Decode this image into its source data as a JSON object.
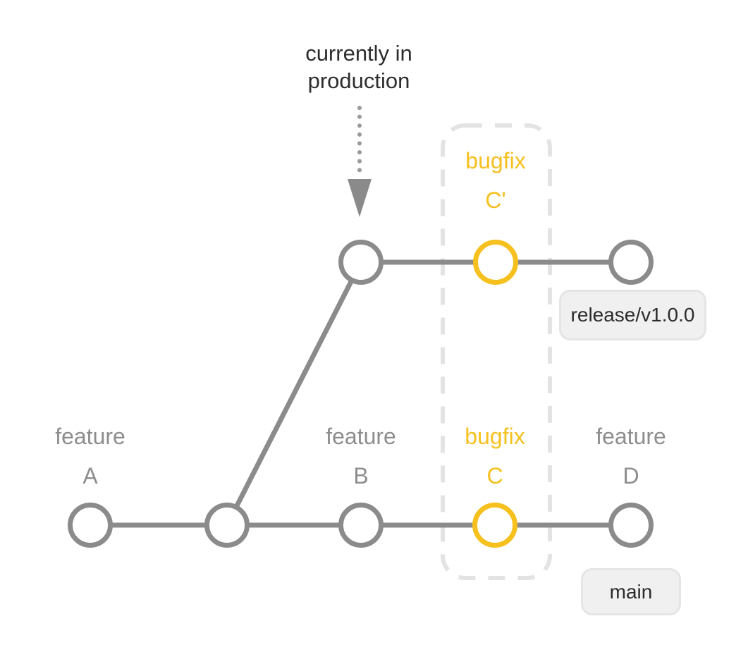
{
  "diagram_type": "git-branch-diagram",
  "annotation": {
    "line1": "currently in",
    "line2": "production"
  },
  "labels": {
    "feature_a": {
      "line1": "feature",
      "line2": "A"
    },
    "feature_b": {
      "line1": "feature",
      "line2": "B"
    },
    "bugfix_c": {
      "line1": "bugfix",
      "line2": "C"
    },
    "feature_d": {
      "line1": "feature",
      "line2": "D"
    },
    "bugfix_c_prime": {
      "line1": "bugfix",
      "line2": "C'"
    }
  },
  "branch_tags": {
    "release": "release/v1.0.0",
    "main": "main"
  },
  "colors": {
    "node_gray": "#8b8b8b",
    "node_yellow": "#f6c01e",
    "line_gray": "#8b8b8b",
    "label_gray": "#8d8d8d",
    "label_yellow": "#f6c01e",
    "annotation_text": "#2d2d2d",
    "dotted_arrow": "#9a9a9a",
    "arrowhead": "#8a8a8a",
    "dashed_box": "#e3e3e3",
    "tag_background": "#f0f0f0",
    "tag_border": "#e5e5e5",
    "tag_text": "#2b2b2b",
    "node_fill": "#ffffff"
  }
}
